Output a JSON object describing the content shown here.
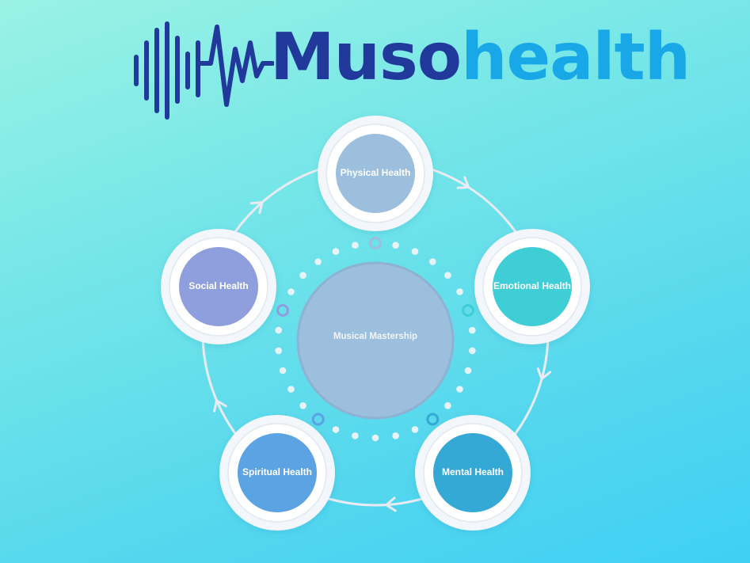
{
  "logo": {
    "text_part1": "Muso",
    "text_part2": "health",
    "color_part1": "#20399a",
    "color_part2": "#18a8e8",
    "icon": "sound-wave-heartbeat-icon"
  },
  "diagram": {
    "center": {
      "label": "Musical Mastership",
      "color": "#9bbfdc"
    },
    "nodes": [
      {
        "id": "physical",
        "label": "Physical Health",
        "color": "#9bbfdc"
      },
      {
        "id": "emotional",
        "label": "Emotional Health",
        "color": "#3fcdd6"
      },
      {
        "id": "mental",
        "label": "Mental Health",
        "color": "#35a9d6"
      },
      {
        "id": "spiritual",
        "label": "Spiritual Health",
        "color": "#5ca3e4"
      },
      {
        "id": "social",
        "label": "Social Health",
        "color": "#8f9fdd"
      }
    ],
    "accent_rings": [
      "#9bbfdc",
      "#3fcdd6",
      "#35a9d6",
      "#5ca3e4",
      "#8f9fdd"
    ],
    "connector_color": "#e8ecf2"
  }
}
